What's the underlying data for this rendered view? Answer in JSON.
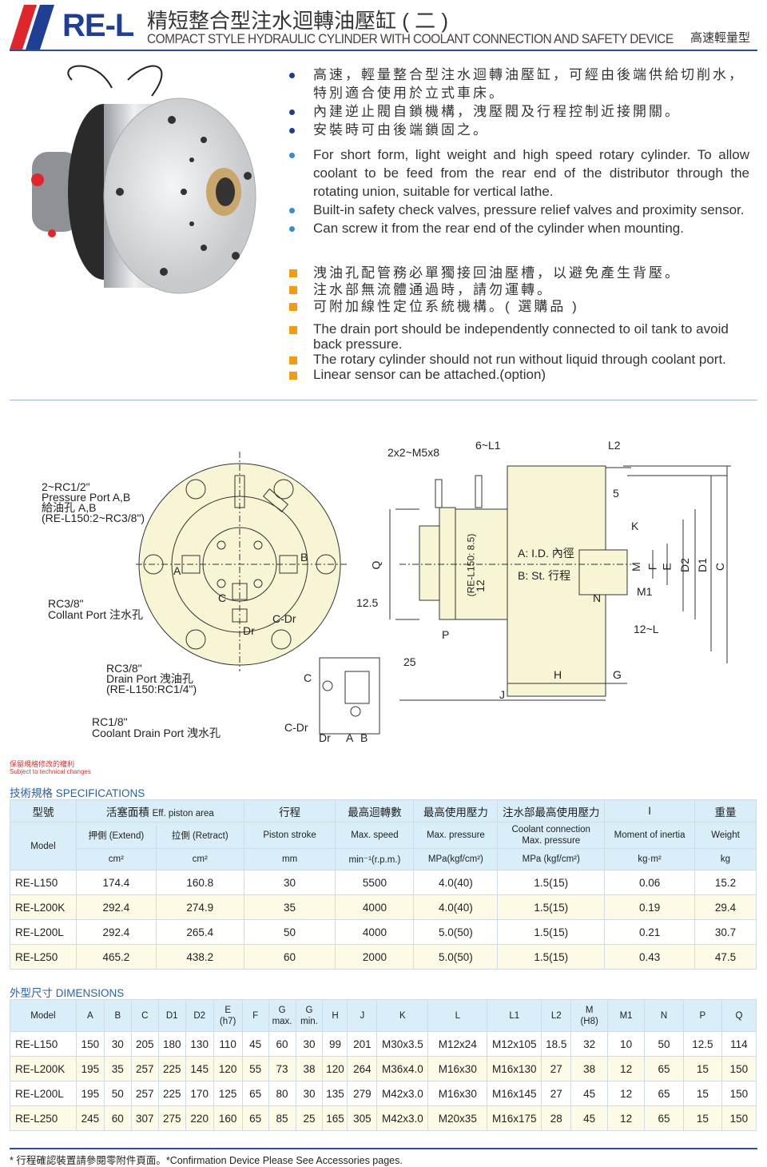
{
  "header": {
    "brand": "RE-L",
    "title_cn": "精短整合型注水迴轉油壓缸 ( 二 )",
    "title_en": "COMPACT STYLE HYDRAULIC CYLINDER WITH COOLANT CONNECTION AND SAFETY DEVICE",
    "tag": "高速輕量型",
    "colors": {
      "red": "#e0262b",
      "blue": "#1f3f94"
    }
  },
  "features": [
    "高速，輕量整合型注水迴轉油壓缸，可經由後端供給切削水，特別適合使用於立式車床。",
    "內建逆止閥自鎖機構，洩壓閥及行程控制近接開關。",
    "安裝時可由後端鎖固之。",
    "For short form, light weight and high speed rotary cylinder. To allow coolant to be feed from the rear end of the distributor through the rotating union,  suitable for vertical lathe.",
    "Built-in safety check valves, pressure relief valves and proximity sensor.",
    "Can screw it from the rear end of the cylinder when mounting."
  ],
  "notes": [
    "洩油孔配管務必單獨接回油壓槽，以避免產生背壓。",
    "注水部無流體通過時，請勿運轉。",
    "可附加線性定位系統機構。( 選購品 )",
    "The drain port should be independently connected to oil tank to avoid back pressure.",
    "The rotary cylinder should not run without liquid through coolant port.",
    "Linear sensor can be attached.(option)"
  ],
  "drawing": {
    "front": {
      "port_ab": [
        "2~RC1/2\"",
        "Pressure Port A,B",
        "給油孔 A,B",
        "(RE-L150:2~RC3/8\")"
      ],
      "coolant": [
        "RC3/8\"",
        "Collant Port  注水孔"
      ],
      "drain": [
        "RC3/8\"",
        "Drain Port  洩油孔",
        "(RE-L150:RC1/4\")"
      ],
      "coolant_drain": [
        "RC1/8\"",
        "Coolant Drain Port  洩水孔"
      ],
      "A": "A",
      "B": "B",
      "C": "C",
      "Dr": "Dr",
      "CDr": "C-Dr"
    },
    "side": {
      "m5": "2x2~M5x8",
      "l1": "6~L1",
      "l2": "L2",
      "five": "5",
      "k": "K",
      "Q": "Q",
      "r150": "(RE-L150: 8.5)",
      "twelve": "12",
      "id": "A: I.D. 內徑",
      "st": "B: St.  行程",
      "M": "M",
      "F": "F",
      "E": "E",
      "D2": "D2",
      "D1": "D1",
      "C": "C",
      "M1": "M1",
      "N": "N",
      "12L": "12~L",
      "125": "12.5",
      "P": "P",
      "25": "25",
      "H": "H",
      "G": "G",
      "J": "J"
    },
    "circuit": {
      "C": "C",
      "CDr": "C-Dr",
      "Dr": "Dr",
      "A": "A",
      "B": "B"
    }
  },
  "disclaimer": {
    "cn": "保留規格修改的權利",
    "en": "Subject to technical changes"
  },
  "specs": {
    "title": "技術規格 SPECIFICATIONS",
    "h1": [
      "型號",
      "活塞面積",
      "Eff. piston area",
      "行程",
      "最高迴轉數",
      "最高使用壓力",
      "注水部最高使用壓力",
      "I",
      "重量"
    ],
    "h2": [
      "Model",
      "押側 (Extend)",
      "拉側 (Retract)",
      "Piston stroke",
      "Max. speed",
      "Max. pressure",
      "Coolant connection",
      "Max. pressure",
      "Moment of inertia",
      "Weight"
    ],
    "h3": [
      "cm²",
      "cm²",
      "mm",
      "min⁻¹(r.p.m.)",
      "MPa(kgf/cm²)",
      "MPa (kgf/cm²)",
      "kg·m²",
      "kg"
    ],
    "rows": [
      [
        "RE-L150",
        "174.4",
        "160.8",
        "30",
        "5500",
        "4.0(40)",
        "1.5(15)",
        "0.06",
        "15.2"
      ],
      [
        "RE-L200K",
        "292.4",
        "274.9",
        "35",
        "4000",
        "4.0(40)",
        "1.5(15)",
        "0.19",
        "29.4"
      ],
      [
        "RE-L200L",
        "292.4",
        "265.4",
        "50",
        "4000",
        "5.0(50)",
        "1.5(15)",
        "0.21",
        "30.7"
      ],
      [
        "RE-L250",
        "465.2",
        "438.2",
        "60",
        "2000",
        "5.0(50)",
        "1.5(15)",
        "0.43",
        "47.5"
      ]
    ]
  },
  "dims": {
    "title": "外型尺寸 DIMENSIONS",
    "headers": [
      [
        "Model",
        ""
      ],
      [
        "A",
        ""
      ],
      [
        "B",
        ""
      ],
      [
        "C",
        ""
      ],
      [
        "D1",
        ""
      ],
      [
        "D2",
        ""
      ],
      [
        "E",
        "(h7)"
      ],
      [
        "F",
        ""
      ],
      [
        "G",
        "max."
      ],
      [
        "G",
        "min."
      ],
      [
        "H",
        ""
      ],
      [
        "J",
        ""
      ],
      [
        "K",
        ""
      ],
      [
        "L",
        ""
      ],
      [
        "L1",
        ""
      ],
      [
        "L2",
        ""
      ],
      [
        "M",
        "(H8)"
      ],
      [
        "M1",
        ""
      ],
      [
        "N",
        ""
      ],
      [
        "P",
        ""
      ],
      [
        "Q",
        ""
      ]
    ],
    "rows": [
      [
        "RE-L150",
        "150",
        "30",
        "205",
        "180",
        "130",
        "110",
        "45",
        "60",
        "30",
        "99",
        "201",
        "M30x3.5",
        "M12x24",
        "M12x105",
        "18.5",
        "32",
        "10",
        "50",
        "12.5",
        "114"
      ],
      [
        "RE-L200K",
        "195",
        "35",
        "257",
        "225",
        "145",
        "120",
        "55",
        "73",
        "38",
        "120",
        "264",
        "M36x4.0",
        "M16x30",
        "M16x130",
        "27",
        "38",
        "12",
        "65",
        "15",
        "150"
      ],
      [
        "RE-L200L",
        "195",
        "50",
        "257",
        "225",
        "170",
        "125",
        "65",
        "80",
        "30",
        "135",
        "279",
        "M42x3.0",
        "M16x30",
        "M16x145",
        "27",
        "45",
        "12",
        "65",
        "15",
        "150"
      ],
      [
        "RE-L250",
        "245",
        "60",
        "307",
        "275",
        "220",
        "160",
        "65",
        "85",
        "25",
        "165",
        "305",
        "M42x3.0",
        "M20x35",
        "M16x175",
        "28",
        "45",
        "12",
        "65",
        "15",
        "150"
      ]
    ]
  },
  "footer": "* 行程確認裝置請參閱零附件頁面。*Confirmation Device Please See Accessories pages."
}
